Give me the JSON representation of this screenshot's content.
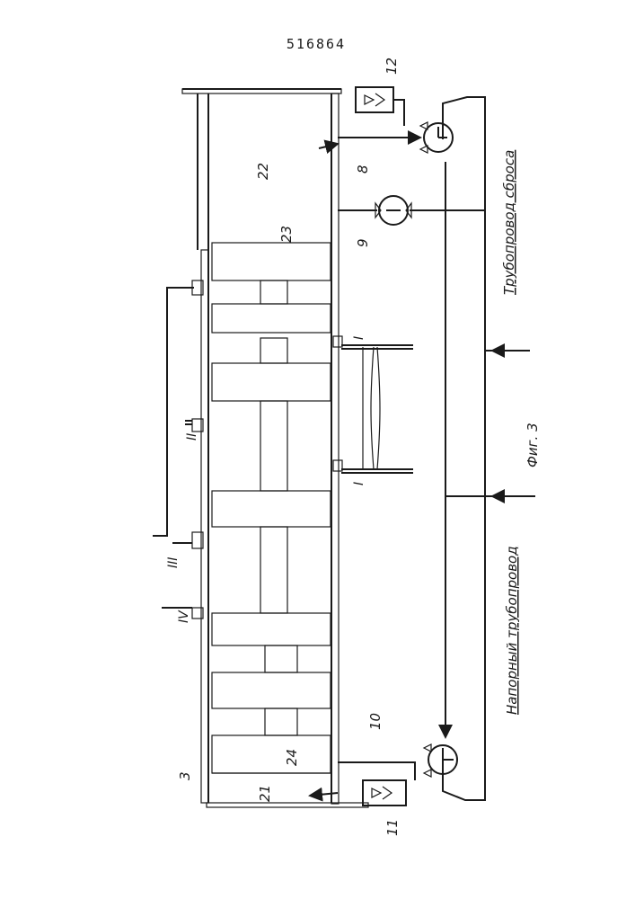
{
  "header": {
    "doc_number": "516864"
  },
  "labels": {
    "n3": "3",
    "n8": "8",
    "n9": "9",
    "n10": "10",
    "n11": "11",
    "n12": "12",
    "n21": "21",
    "n22": "22",
    "n23": "23",
    "n24": "24",
    "I_top": "I",
    "I_bottom": "I",
    "II": "II",
    "III": "III",
    "IV": "IV"
  },
  "captions": {
    "discharge_pipeline": "Трубопровод сброса",
    "pressure_pipeline": "Напорный трубопровод",
    "figure": "Фиг. 3"
  }
}
